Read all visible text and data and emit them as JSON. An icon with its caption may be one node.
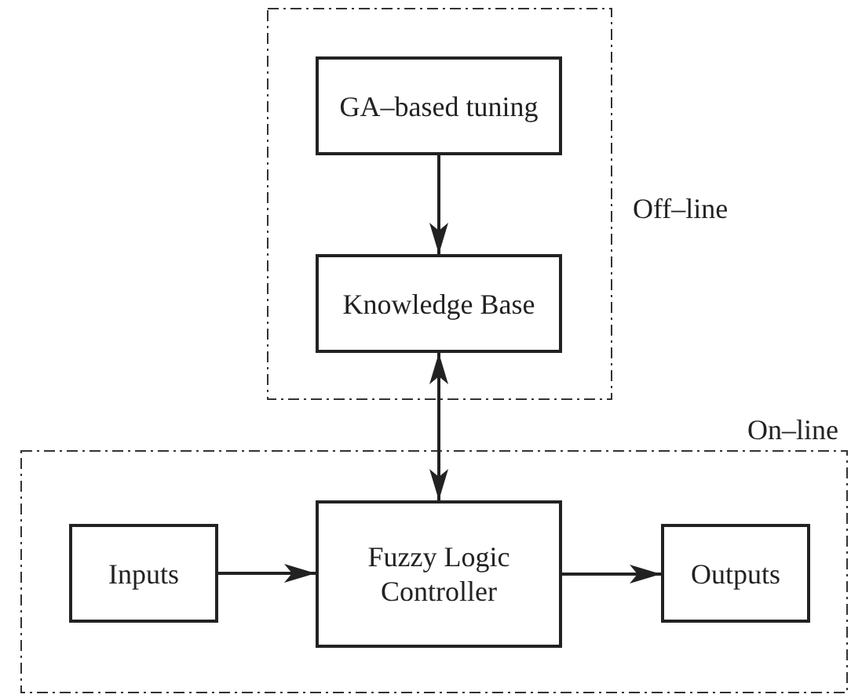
{
  "diagram": {
    "nodes": [
      {
        "text": [
          "Off–line"
        ]
      },
      {
        "text": [
          "GA–based tuning"
        ],
        "in": 0
      },
      {
        "text": [
          "Knowledge Base"
        ],
        "in": 0
      },
      {
        "text": [
          "On–line"
        ]
      },
      {
        "text": [
          "Inputs"
        ],
        "in": 3
      },
      {
        "text": [
          "Fuzzy Logic Controller"
        ],
        "in": 3
      },
      {
        "text": [
          "Outputs"
        ],
        "in": 3
      }
    ],
    "edges": [
      {
        "from": 1,
        "to": 2,
        "arrow": "to"
      },
      {
        "from": 2,
        "to": 5,
        "arrow": "both"
      },
      {
        "from": 4,
        "to": 5,
        "arrow": "to"
      },
      {
        "from": 5,
        "to": 6,
        "arrow": "to"
      }
    ]
  }
}
